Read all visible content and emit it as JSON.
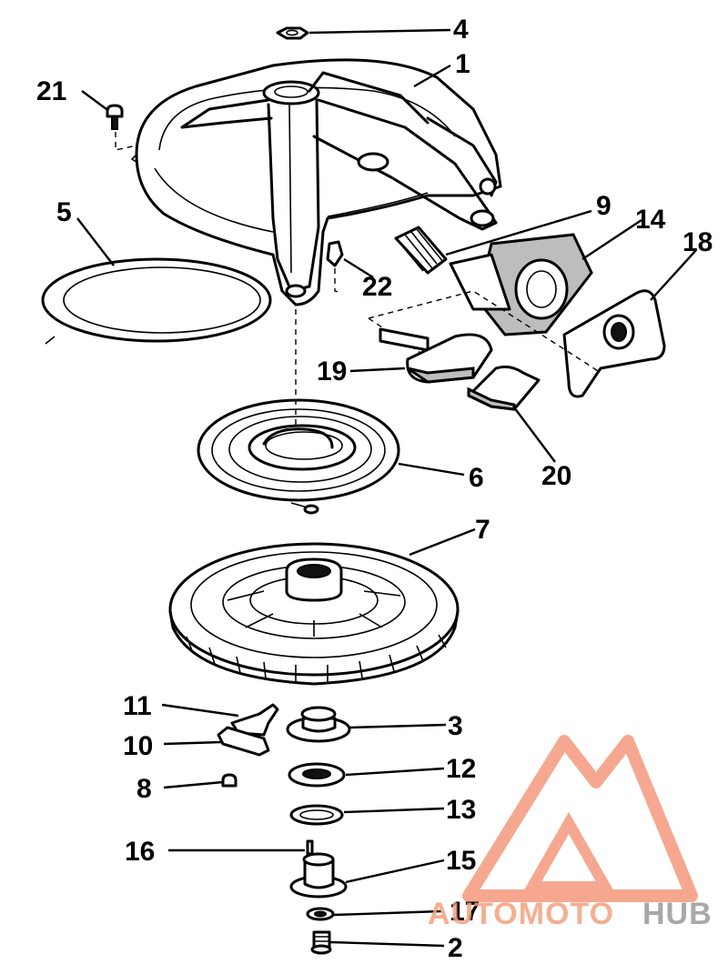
{
  "callouts": [
    {
      "id": "1",
      "label": "1"
    },
    {
      "id": "2",
      "label": "2"
    },
    {
      "id": "3",
      "label": "3"
    },
    {
      "id": "4",
      "label": "4"
    },
    {
      "id": "5",
      "label": "5"
    },
    {
      "id": "6",
      "label": "6"
    },
    {
      "id": "7",
      "label": "7"
    },
    {
      "id": "8",
      "label": "8"
    },
    {
      "id": "9",
      "label": "9"
    },
    {
      "id": "10",
      "label": "10"
    },
    {
      "id": "11",
      "label": "11"
    },
    {
      "id": "12",
      "label": "12"
    },
    {
      "id": "13",
      "label": "13"
    },
    {
      "id": "14",
      "label": "14"
    },
    {
      "id": "15",
      "label": "15"
    },
    {
      "id": "16",
      "label": "16"
    },
    {
      "id": "17",
      "label": "17"
    },
    {
      "id": "18",
      "label": "18"
    },
    {
      "id": "19",
      "label": "19"
    },
    {
      "id": "20",
      "label": "20"
    },
    {
      "id": "21",
      "label": "21"
    },
    {
      "id": "22",
      "label": "22"
    }
  ],
  "watermark": {
    "part1": "AUTOMOTO",
    "part2": "HUB",
    "color_primary": "#f28c6a",
    "color_secondary": "#9a9a9a"
  }
}
